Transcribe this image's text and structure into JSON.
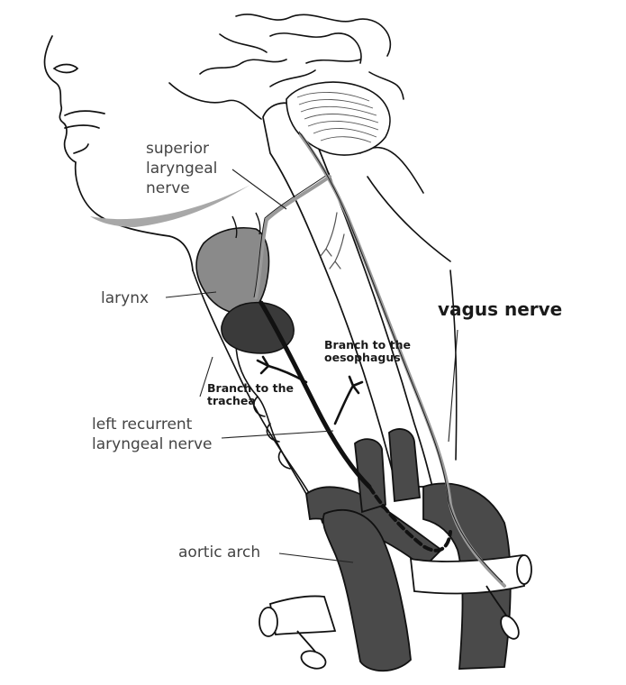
{
  "labels": {
    "superior_laryngeal": [
      "superior",
      "laryngeal",
      "nerve"
    ],
    "larynx": "larynx",
    "vagus": "vagus nerve",
    "branch_oesophagus": [
      "Branch to the",
      "oesophagus"
    ],
    "branch_trachea": [
      "Branch to the",
      "trachea"
    ],
    "left_recurrent": [
      "left recurrent",
      "laryngeal nerve"
    ],
    "aortic_arch": "aortic arch"
  },
  "colors": {
    "outline": "#111111",
    "vessel": "#4a4a4a",
    "vessel_dark": "#3a3a3a",
    "larynx": "#8a8a8a",
    "nerve_grey": "#9a9a9a",
    "nerve_black": "#111111",
    "shadow": "#a8a8a8"
  }
}
